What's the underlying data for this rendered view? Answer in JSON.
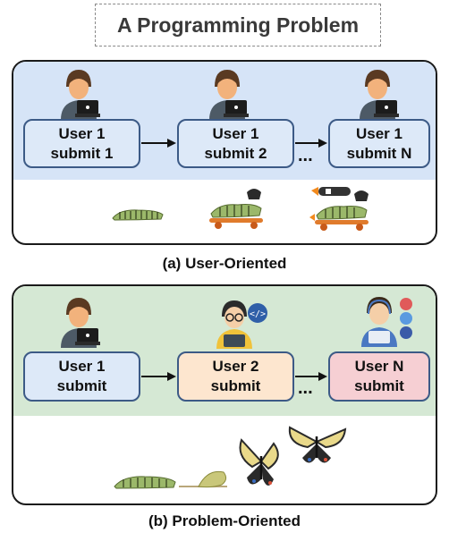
{
  "title": "A Programming Problem",
  "panel_a": {
    "caption": "(a) User-Oriented",
    "nodes": [
      {
        "line1": "User 1",
        "line2": "submit 1"
      },
      {
        "line1": "User 1",
        "line2": "submit 2"
      },
      {
        "line1": "User 1",
        "line2": "submit N"
      }
    ],
    "ellipsis": "...",
    "band_color": "#d6e4f7",
    "node_color": "#dde9f8"
  },
  "panel_b": {
    "caption": "(b) Problem-Oriented",
    "nodes": [
      {
        "line1": "User 1",
        "line2": "submit",
        "color": "#dde9f8"
      },
      {
        "line1": "User 2",
        "line2": "submit",
        "color": "#fde6cf"
      },
      {
        "line1": "User N",
        "line2": "submit",
        "color": "#f6cfd3"
      }
    ],
    "ellipsis": "...",
    "band_color": "#d5e8d4"
  },
  "icons": [
    "user-laptop-icon",
    "user-glasses-code-icon",
    "user-headset-code-icon",
    "caterpillar-icon",
    "caterpillar-skateboard-icon",
    "caterpillar-rocket-skateboard-icon",
    "chrysalis-icon",
    "butterfly-icon"
  ]
}
